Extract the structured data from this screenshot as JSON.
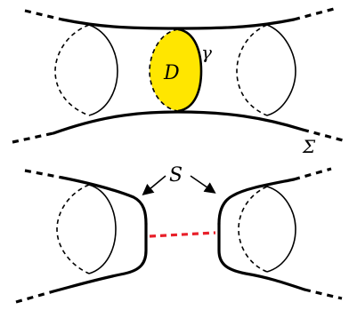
{
  "labels": {
    "disk": "D",
    "curve": "γ",
    "surface": "Σ",
    "sphere": "S"
  },
  "colors": {
    "disk_fill": "#ffe600",
    "cut_line": "#e8202a",
    "stroke": "#000000"
  }
}
